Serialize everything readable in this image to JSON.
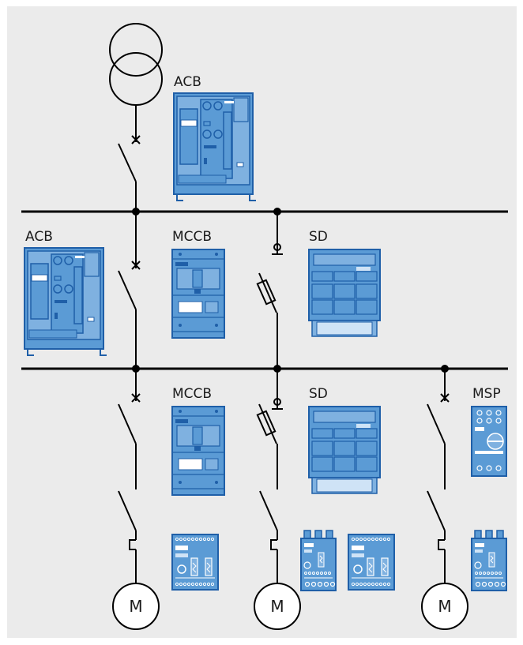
{
  "colors": {
    "background": "#ebebeb",
    "wire": "#000000",
    "device_fill": "#5b9bd5",
    "device_dark": "#1f5fa8",
    "device_light": "#cfe3f6"
  },
  "labels": {
    "incoming_acb": "ACB",
    "coupling_acb": "ACB",
    "feeder_mccb": "MCCB",
    "feeder_sd": "SD",
    "load_mccb": "MCCB",
    "load_sd": "SD",
    "load_msp": "MSP"
  },
  "motors": [
    "M",
    "M",
    "M"
  ],
  "icons": [
    "transformer-icon",
    "circuit-breaker-icon",
    "fuse-switch-icon",
    "overload-relay-icon",
    "motor-icon",
    "acb-device-icon",
    "mccb-device-icon",
    "sd-device-icon",
    "msp-device-icon",
    "soft-starter-icon"
  ]
}
